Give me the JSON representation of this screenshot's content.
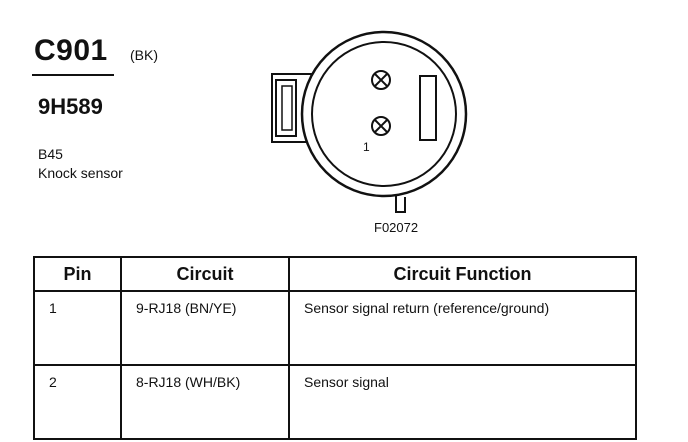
{
  "connector": {
    "id": "C901",
    "color_code": "(BK)",
    "part_number": "9H589",
    "location": "B45",
    "description": "Knock sensor"
  },
  "diagram": {
    "pin_label": "1",
    "figure_ref": "F02072"
  },
  "table": {
    "headers": [
      "Pin",
      "Circuit",
      "Circuit Function"
    ],
    "rows": [
      {
        "pin": "1",
        "circuit": "9-RJ18 (BN/YE)",
        "function": "Sensor signal return (reference/ground)"
      },
      {
        "pin": "2",
        "circuit": "8-RJ18 (WH/BK)",
        "function": "Sensor signal"
      }
    ]
  }
}
